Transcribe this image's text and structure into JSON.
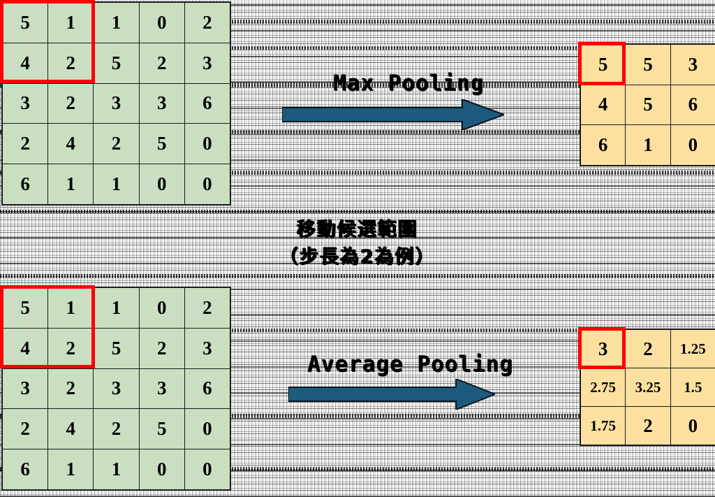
{
  "diagram": {
    "title": "Pooling operations illustration",
    "colors": {
      "input_cell": "#cadfc2",
      "output_cell": "#fbe0a0",
      "highlight_box": "#fe0000",
      "arrow": "#1d5b7e",
      "grid_line": "#1a1a1a",
      "text": "#000000",
      "background": "#ffffff"
    }
  },
  "input_matrix": {
    "name": "input-feature-map",
    "rows": 5,
    "cols": 5,
    "values": [
      [
        "5",
        "1",
        "1",
        "0",
        "2"
      ],
      [
        "4",
        "2",
        "5",
        "2",
        "3"
      ],
      [
        "3",
        "2",
        "3",
        "3",
        "6"
      ],
      [
        "2",
        "4",
        "2",
        "5",
        "0"
      ],
      [
        "6",
        "1",
        "1",
        "0",
        "0"
      ]
    ],
    "highlight": {
      "row": 0,
      "col": 0,
      "height": 2,
      "width": 2
    }
  },
  "max_pooling": {
    "label": "Max Pooling",
    "arrow_name": "max-pooling-arrow",
    "output": {
      "rows": 3,
      "cols": 3,
      "values": [
        [
          "5",
          "5",
          "3"
        ],
        [
          "4",
          "5",
          "6"
        ],
        [
          "6",
          "1",
          "0"
        ]
      ],
      "highlight": {
        "row": 0,
        "col": 0,
        "height": 1,
        "width": 1
      }
    }
  },
  "average_pooling": {
    "label": "Average Pooling",
    "arrow_name": "average-pooling-arrow",
    "output": {
      "rows": 3,
      "cols": 3,
      "values": [
        [
          "3",
          "2",
          "1.25"
        ],
        [
          "2.75",
          "3.25",
          "1.5"
        ],
        [
          "1.75",
          "2",
          "0"
        ]
      ],
      "highlight": {
        "row": 0,
        "col": 0,
        "height": 1,
        "width": 1
      }
    }
  },
  "center_caption": {
    "line1": "移動候選範圍",
    "line2": "（步長為2為例）"
  }
}
